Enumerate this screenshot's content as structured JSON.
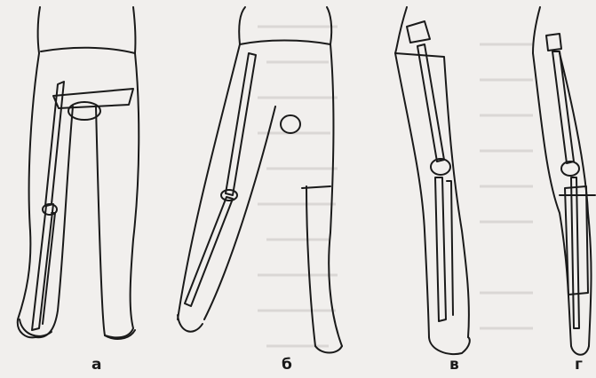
{
  "figure": {
    "panels": [
      {
        "id": "a",
        "label": "а"
      },
      {
        "id": "b",
        "label": "б"
      },
      {
        "id": "v",
        "label": "в"
      },
      {
        "id": "g",
        "label": "г"
      }
    ]
  },
  "colors": {
    "background": "#f1efed",
    "ink": "#1a1a1a",
    "bleed_text": "#c9c5c2"
  }
}
